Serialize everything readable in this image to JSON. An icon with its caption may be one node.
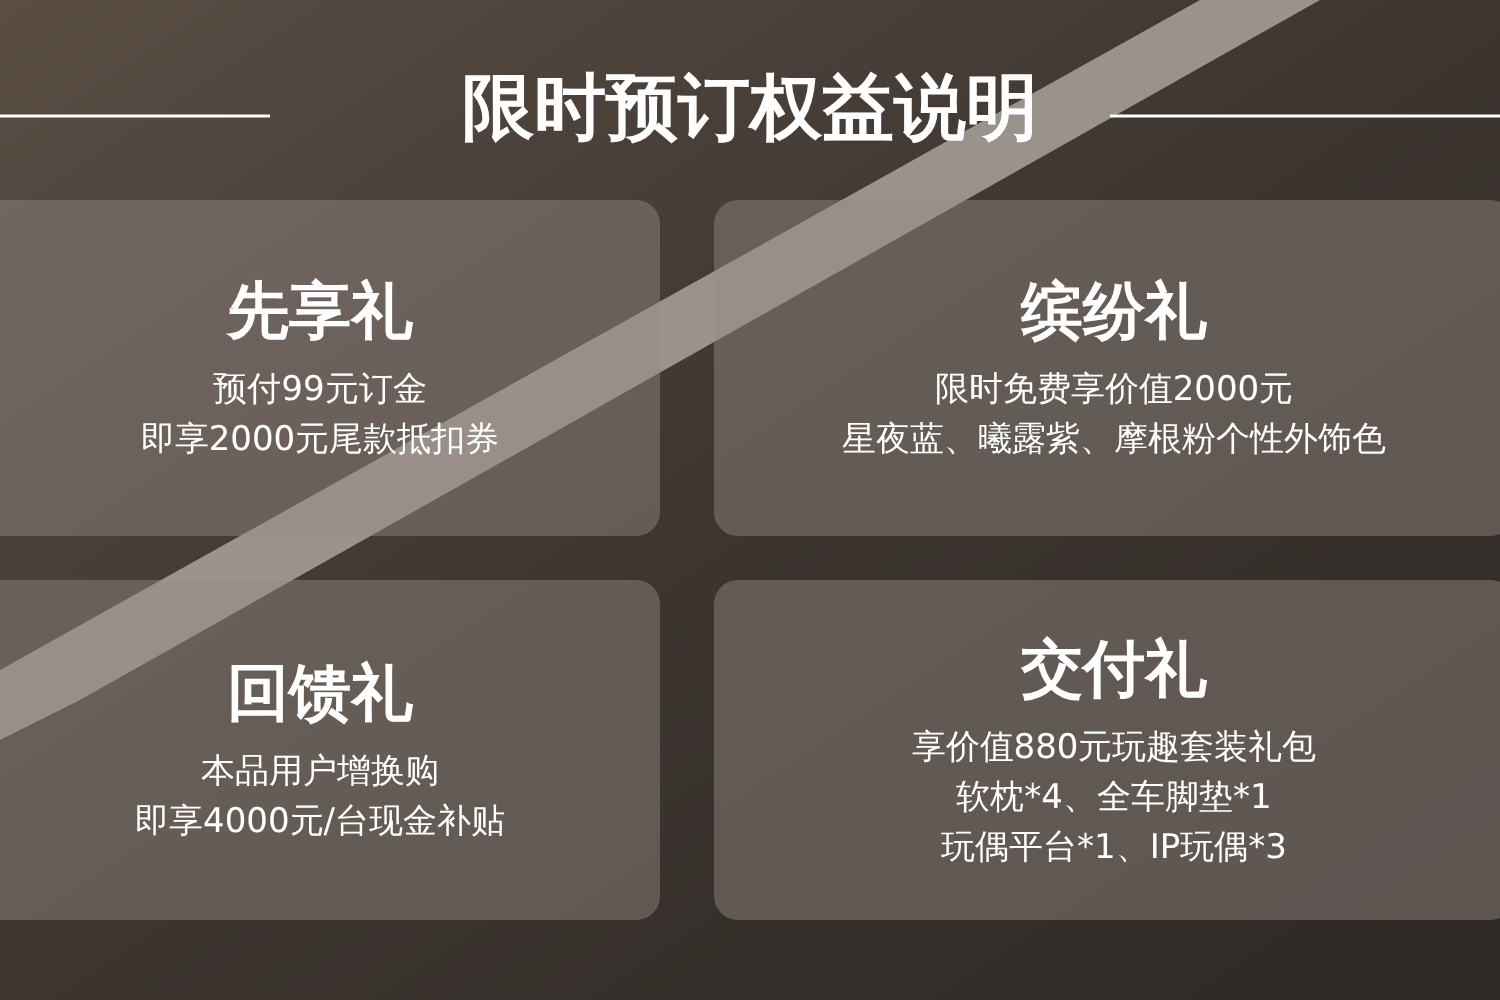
{
  "diagram": {
    "title": "限时预订权益说明",
    "nodes": [
      {
        "text": [
          "先享礼",
          "预付99元订金",
          "即享2000元尾款抵扣券"
        ]
      },
      {
        "text": [
          "缤纷礼",
          "限时免费享价值2000元",
          "星夜蓝、曦露紫、摩根粉个性外饰色"
        ]
      },
      {
        "text": [
          "回馈礼",
          "本品用户增换购",
          "即享4000元/台现金补贴"
        ]
      },
      {
        "text": [
          "交付礼",
          "享价值880元玩趣套装礼包",
          "软枕*4、全车脚垫*1",
          "玩偶平台*1、IP玩偶*3"
        ]
      }
    ]
  }
}
